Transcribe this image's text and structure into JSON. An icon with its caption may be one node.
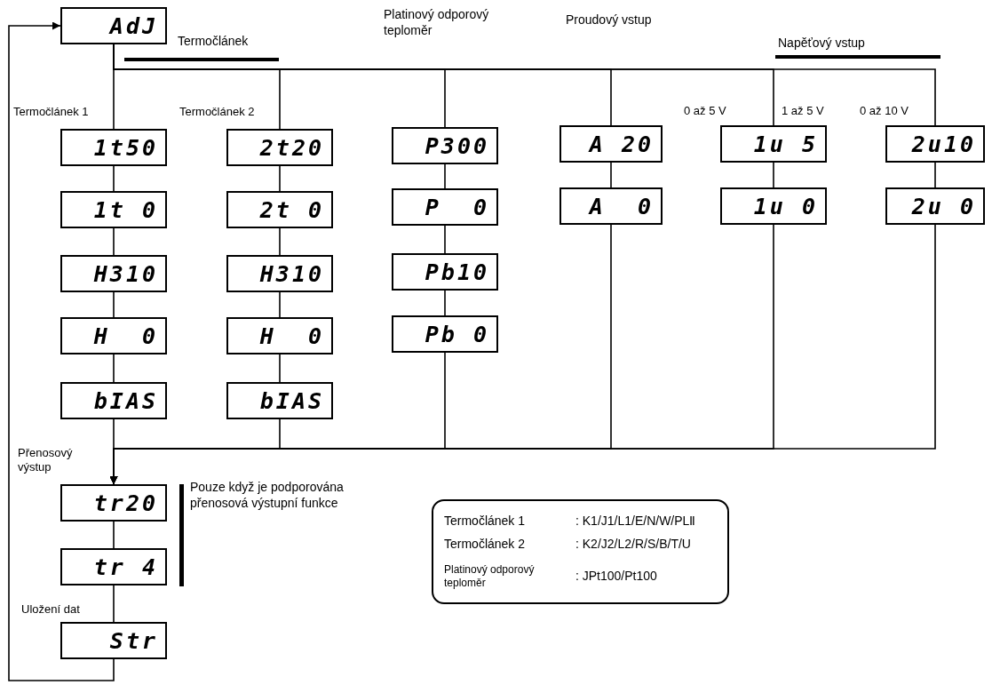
{
  "diagram": {
    "nodes": [
      {
        "text": [
          "AdJ"
        ]
      },
      {
        "text": [
          "1t50"
        ],
        "beside": [
          "Termočlánek 1"
        ]
      },
      {
        "text": [
          "1t 0"
        ]
      },
      {
        "text": [
          "H310"
        ]
      },
      {
        "text": [
          "H  0"
        ]
      },
      {
        "text": [
          "bIAS"
        ]
      },
      {
        "text": [
          "2t20"
        ],
        "beside": [
          "Termočlánek 2"
        ]
      },
      {
        "text": [
          "2t 0"
        ]
      },
      {
        "text": [
          "H310"
        ]
      },
      {
        "text": [
          "H  0"
        ]
      },
      {
        "text": [
          "bIAS"
        ]
      },
      {
        "text": [
          "P300"
        ]
      },
      {
        "text": [
          "P  0"
        ]
      },
      {
        "text": [
          "Pb10"
        ]
      },
      {
        "text": [
          "Pb 0"
        ]
      },
      {
        "text": [
          "A 20"
        ]
      },
      {
        "text": [
          "A  0"
        ]
      },
      {
        "text": [
          "1u 5"
        ]
      },
      {
        "text": [
          "1u 0"
        ]
      },
      {
        "text": [
          "2u10"
        ]
      },
      {
        "text": [
          "2u 0"
        ]
      },
      {
        "text": [
          "tr20"
        ],
        "beside": [
          "Přenosový výstup"
        ]
      },
      {
        "text": [
          "tr 4"
        ]
      },
      {
        "text": [
          " Str"
        ],
        "beside": [
          "Uložení dat"
        ]
      },
      {
        "text": [
          "Termočlánek 1",
          ": K1/J1/L1/E/N/W/PLⅡ",
          "Termočlánek 2",
          ": K2/J2/L2/R/S/B/T/U",
          "Platinový odporový teploměr",
          ": JPt100/Pt100"
        ]
      }
    ],
    "edges": [
      {
        "from": 0,
        "to": 1,
        "arrow": "none"
      },
      {
        "from": 0,
        "to": 6,
        "arrow": "none"
      },
      {
        "from": 0,
        "to": 11,
        "arrow": "none"
      },
      {
        "from": 0,
        "to": 15,
        "arrow": "none"
      },
      {
        "from": 0,
        "to": 17,
        "arrow": "none"
      },
      {
        "from": 0,
        "to": 19,
        "arrow": "none"
      },
      {
        "from": 1,
        "to": 2,
        "arrow": "none"
      },
      {
        "from": 2,
        "to": 3,
        "arrow": "none"
      },
      {
        "from": 3,
        "to": 4,
        "arrow": "none"
      },
      {
        "from": 4,
        "to": 5,
        "arrow": "none"
      },
      {
        "from": 6,
        "to": 7,
        "arrow": "none"
      },
      {
        "from": 7,
        "to": 8,
        "arrow": "none"
      },
      {
        "from": 8,
        "to": 9,
        "arrow": "none"
      },
      {
        "from": 9,
        "to": 10,
        "arrow": "none"
      },
      {
        "from": 11,
        "to": 12,
        "arrow": "none"
      },
      {
        "from": 12,
        "to": 13,
        "arrow": "none"
      },
      {
        "from": 13,
        "to": 14,
        "arrow": "none"
      },
      {
        "from": 15,
        "to": 16,
        "arrow": "none"
      },
      {
        "from": 17,
        "to": 18,
        "arrow": "none"
      },
      {
        "from": 19,
        "to": 20,
        "arrow": "none"
      },
      {
        "from": 5,
        "to": 21,
        "arrow": "none"
      },
      {
        "from": 10,
        "to": 21,
        "arrow": "to"
      },
      {
        "from": 14,
        "to": 21,
        "arrow": "to"
      },
      {
        "from": 16,
        "to": 21,
        "arrow": "to"
      },
      {
        "from": 18,
        "to": 21,
        "arrow": "to"
      },
      {
        "from": 20,
        "to": 21,
        "arrow": "to"
      },
      {
        "from": 21,
        "to": 22,
        "arrow": "none"
      },
      {
        "from": 22,
        "to": 23,
        "arrow": "none"
      },
      {
        "from": 23,
        "to": 0,
        "arrow": "to"
      }
    ],
    "labels": [
      "Termočlánek",
      "Platinový odporový teploměr",
      "Proudový vstup",
      "Napěťový vstup",
      "0 až 5 V",
      "1 až 5 V",
      "0 až 10 V",
      "Pouze když je podporována přenosová výstupní funkce"
    ]
  }
}
